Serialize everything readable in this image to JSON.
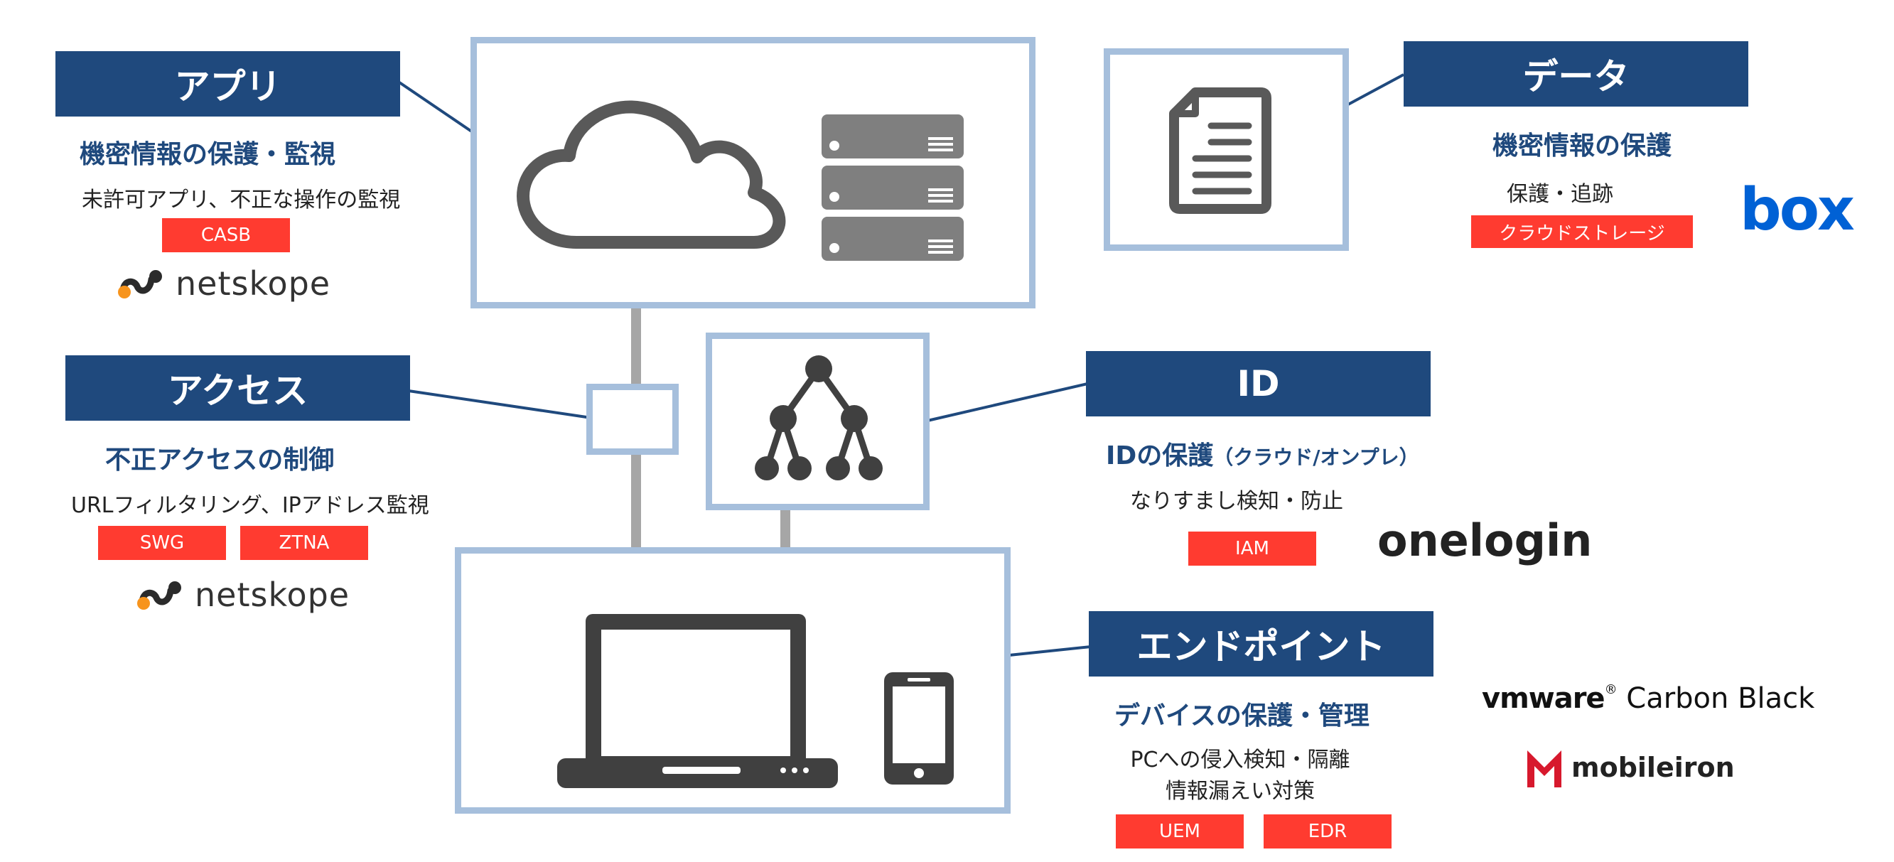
{
  "app": {
    "title": "アプリ",
    "subtitle": "機密情報の保護・監視",
    "desc": "未許可アプリ、不正な操作の監視",
    "tags": [
      "CASB"
    ],
    "logo": "netskope"
  },
  "access": {
    "title": "アクセス",
    "subtitle": "不正アクセスの制御",
    "desc": "URLフィルタリング、IPアドレス監視",
    "tags": [
      "SWG",
      "ZTNA"
    ],
    "logo": "netskope"
  },
  "data": {
    "title": "データ",
    "subtitle": "機密情報の保護",
    "desc": "保護・追跡",
    "tags": [
      "クラウドストレージ"
    ],
    "logo": "box"
  },
  "id": {
    "title": "ID",
    "subtitle": "IDの保護",
    "subtitle_small": "（クラウド/オンプレ）",
    "desc": "なりすまし検知・防止",
    "tags": [
      "IAM"
    ],
    "logo": "onelogin"
  },
  "endpoint": {
    "title": "エンドポイント",
    "subtitle": "デバイスの保護・管理",
    "desc_lines": [
      "PCへの侵入検知・隔離",
      "情報漏えい対策"
    ],
    "tags": [
      "UEM",
      "EDR"
    ],
    "logos": {
      "vmware": "vmware",
      "vmware_suffix": "Carbon Black",
      "mobileiron": "mobileiron"
    }
  },
  "colors": {
    "header_bg": "#1f497d",
    "subtitle": "#1f497d",
    "tag_bg": "#ff3b30",
    "frame": "#a6bfdc",
    "icon": "#595959",
    "connector": "#a6a6a6"
  },
  "icons": [
    "cloud-icon",
    "server-icon",
    "document-icon",
    "network-tree-icon",
    "laptop-icon",
    "smartphone-icon"
  ]
}
